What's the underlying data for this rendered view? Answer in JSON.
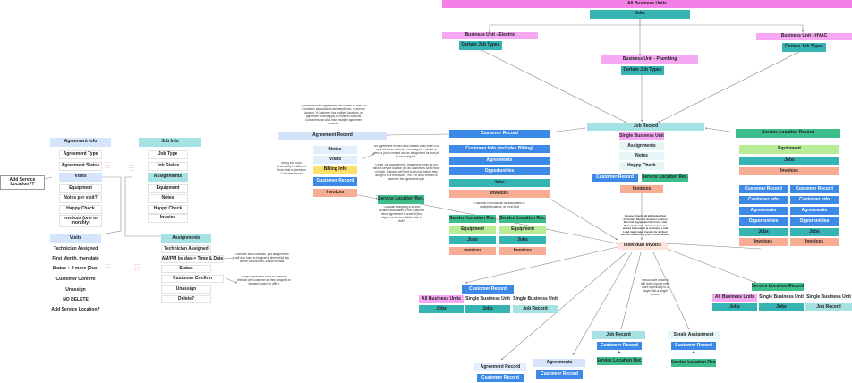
{
  "colors": {
    "magenta": "#f7a8f4",
    "magenta_strong": "#f57fe6",
    "teal": "#36b3b3",
    "teal_light": "#a6e1e3",
    "blue": "#3c89e8",
    "blue_light": "#d3e4fb",
    "blue_pale": "#e3eefd",
    "green": "#3cbd8a",
    "green_light": "#b9ec96",
    "salmon": "#f6ad93",
    "salmon_pale": "#fce2d8",
    "yellow": "#fde06a",
    "line": "#8a8a8a"
  },
  "top": {
    "all_business_units": "All Business Units",
    "jobs": "Jobs"
  },
  "bu_electric": {
    "title": "Business Unit - Electric",
    "job_types": "Certain Job Types"
  },
  "bu_plumbing": {
    "title": "Business Unit - Plumbing",
    "job_types": "Certain Job Types"
  },
  "bu_hvac": {
    "title": "Business Unit - HVAC",
    "job_types": "Certain Job Types"
  },
  "add_service_location": {
    "label": "Add Service Location??"
  },
  "agreement_info": {
    "title": "Agreement Info",
    "items": [
      "Agreement Type",
      "Agreement Status",
      "Visits",
      "Equipment",
      "Notes per visit?",
      "Happy Check",
      "Invoices (one or monthly)"
    ]
  },
  "job_info": {
    "title": "Job Info",
    "items": [
      "Job Type",
      "Job Status",
      "Assignments",
      "Equipment",
      "Notes",
      "Happy Check",
      "Invoice"
    ]
  },
  "visits": {
    "title": "Visits",
    "items": [
      "Technician Assigned",
      "First Month, then date",
      "Status + 2 more (Due)",
      "Customer Confirm",
      "Unassign",
      "NO DELETE",
      "Add Service Location?"
    ]
  },
  "assignments": {
    "title": "Assignments",
    "items": [
      "Technician Assigned",
      "AM/PM by day-> Time & Date",
      "Status",
      "Customer Confirm",
      "Unassign",
      "Delete?"
    ]
  },
  "assignments_notes": {
    "timeslots": "Once we build timeslots - job assignments will also have to be given a timeslot/all day before a technician, similar to visits.",
    "dispatchers": "Today dispatchers have to confirm a timeslot with customer as they assign it on dispatch board (or after)."
  },
  "agreement_record": {
    "title": "Agreement Record",
    "note": "Customers have Agreements associated to them. All Customer associations are transferred, or service location. If Customer has multiple locations, an agreement could apply to multiple locations. Customers can also have multiple agreement records.",
    "notes": "Notes",
    "visits": "Visits",
    "billing_info": "Billing Info",
    "customer_record": "Customer Record",
    "invoices": "Invoices",
    "billing_note": "Billing Info could technically be different than what is stored on Customer Record",
    "service_location": "Service Location Rec.",
    "service_location_note": "Consider assigning a service location associated to the Customer when agreement is created (that might need to be editable visit by visit?)",
    "visits_note_1": "An Agreement Record auto creates visits when it is sold but these visits are not assigned - similar to when a job is created and an assignment for that job is not assigned.",
    "visits_note_2": "Unlike Job Assignments, Agreement Visits do not have a service location yet as Customers could have multiple. Dispatch will have to choose before they assign it to a technician. The # of visits created is based on the agreement type."
  },
  "customer_record": {
    "title": "Customer Record",
    "info": "Customer Info (includes Billing)",
    "agreements": "Agreements",
    "opportunities": "Opportunities",
    "jobs": "Jobs",
    "invoices": "Invoices",
    "note": "Customer Records can be associated to multiple locations, at Level-Unit",
    "grid": [
      [
        "Service Location Rec.",
        "Service Location Rec."
      ],
      [
        "Equipment",
        "Equipment"
      ],
      [
        "Jobs",
        "Jobs"
      ],
      [
        "Invoices",
        "Invoices"
      ]
    ]
  },
  "job_record": {
    "title": "Job Record",
    "single_bu": "Single Business Unit",
    "assignments": "Assignments",
    "notes": "Notes",
    "happy_check": "Happy Check",
    "customer_record": "Customer Record",
    "service_location": "Service Location Rec.",
    "invoices": "Invoices"
  },
  "service_location_record": {
    "title": "Service Location Record",
    "equipment": "Equipment",
    "jobs": "Jobs",
    "invoices": "Invoices",
    "grid": [
      [
        "Customer Record",
        "Customer Record"
      ],
      [
        "Customer Info",
        "Customer Info"
      ],
      [
        "Agreements",
        "Agreements"
      ],
      [
        "Opportunities",
        "Opportunities"
      ],
      [
        "Jobs",
        "Jobs"
      ],
      [
        "Invoices",
        "Invoices"
      ]
    ]
  },
  "individual_invoice": {
    "title": "Individual Invoice",
    "note": "Invoice inherits all attributes from Customer Record, Service Location Records, Agreement Record or Job Record (choice) - Because jobs are shared by location & customer. Land Load might want invoice for all their service locations & jobs in one invoice.",
    "choose_note": "Should have option to drill down invoice even more specifically to a single visit or single invoice."
  },
  "invoice_customer_record": {
    "title": "Customer Record",
    "headers": [
      "All Business Units",
      "Single Business Unit",
      "Single Business Unit"
    ],
    "values": [
      "Jobs",
      "Jobs",
      "Job Record"
    ]
  },
  "invoice_service_location": {
    "title": "Service Location Record",
    "headers": [
      "All Business Units",
      "Single Business Unit",
      "Single Business Unit"
    ],
    "values": [
      "Jobs",
      "Jobs",
      "Job Record"
    ]
  },
  "invoice_job_record": {
    "title": "Job Record",
    "customer": "Customer Record",
    "plus": "+",
    "service_location": "Service Location Rec."
  },
  "invoice_single_assignment": {
    "title": "Single Assignment",
    "customer": "Customer Record",
    "plus": "+",
    "service_location": "Service Location Rec."
  },
  "invoice_agreement": {
    "title": "Agreement Record",
    "customer": "Customer Record"
  },
  "invoice_agreements": {
    "title": "Agreements",
    "customer": "Customer Record"
  }
}
